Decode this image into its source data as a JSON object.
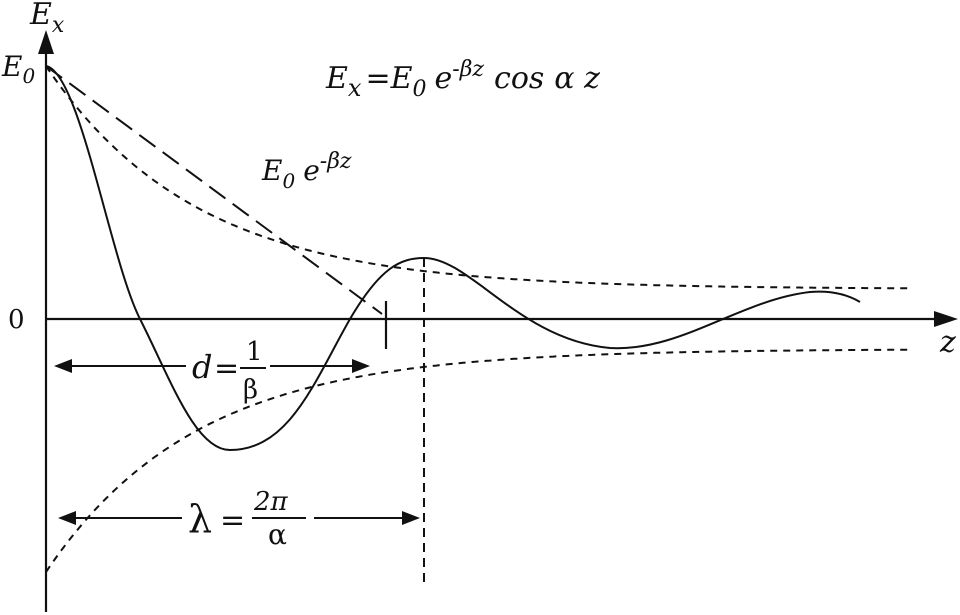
{
  "axes": {
    "y_label": "E",
    "y_label_sub": "x",
    "x_label": "z",
    "e0_label": "E",
    "e0_label_sub": "0",
    "zero_label": "0"
  },
  "equation": {
    "lhs": "E",
    "lhs_sub": "x",
    "equals": "=",
    "e": "E",
    "e_sub": "0",
    "exp_base": "e",
    "exp_power": "-βz",
    "cos_part": "cos",
    "alpha_z": "α z"
  },
  "envelope_label": {
    "e": "E",
    "e_sub": "0",
    "exp_base": "e",
    "exp_power": "-βz"
  },
  "d_label": {
    "symbol": "d",
    "equals": "=",
    "numerator": "1",
    "denominator": "β"
  },
  "lambda_label": {
    "symbol": "λ",
    "equals": "=",
    "numerator": "2π",
    "denominator": "α"
  },
  "colors": {
    "stroke": "#111111",
    "background": "#ffffff"
  }
}
